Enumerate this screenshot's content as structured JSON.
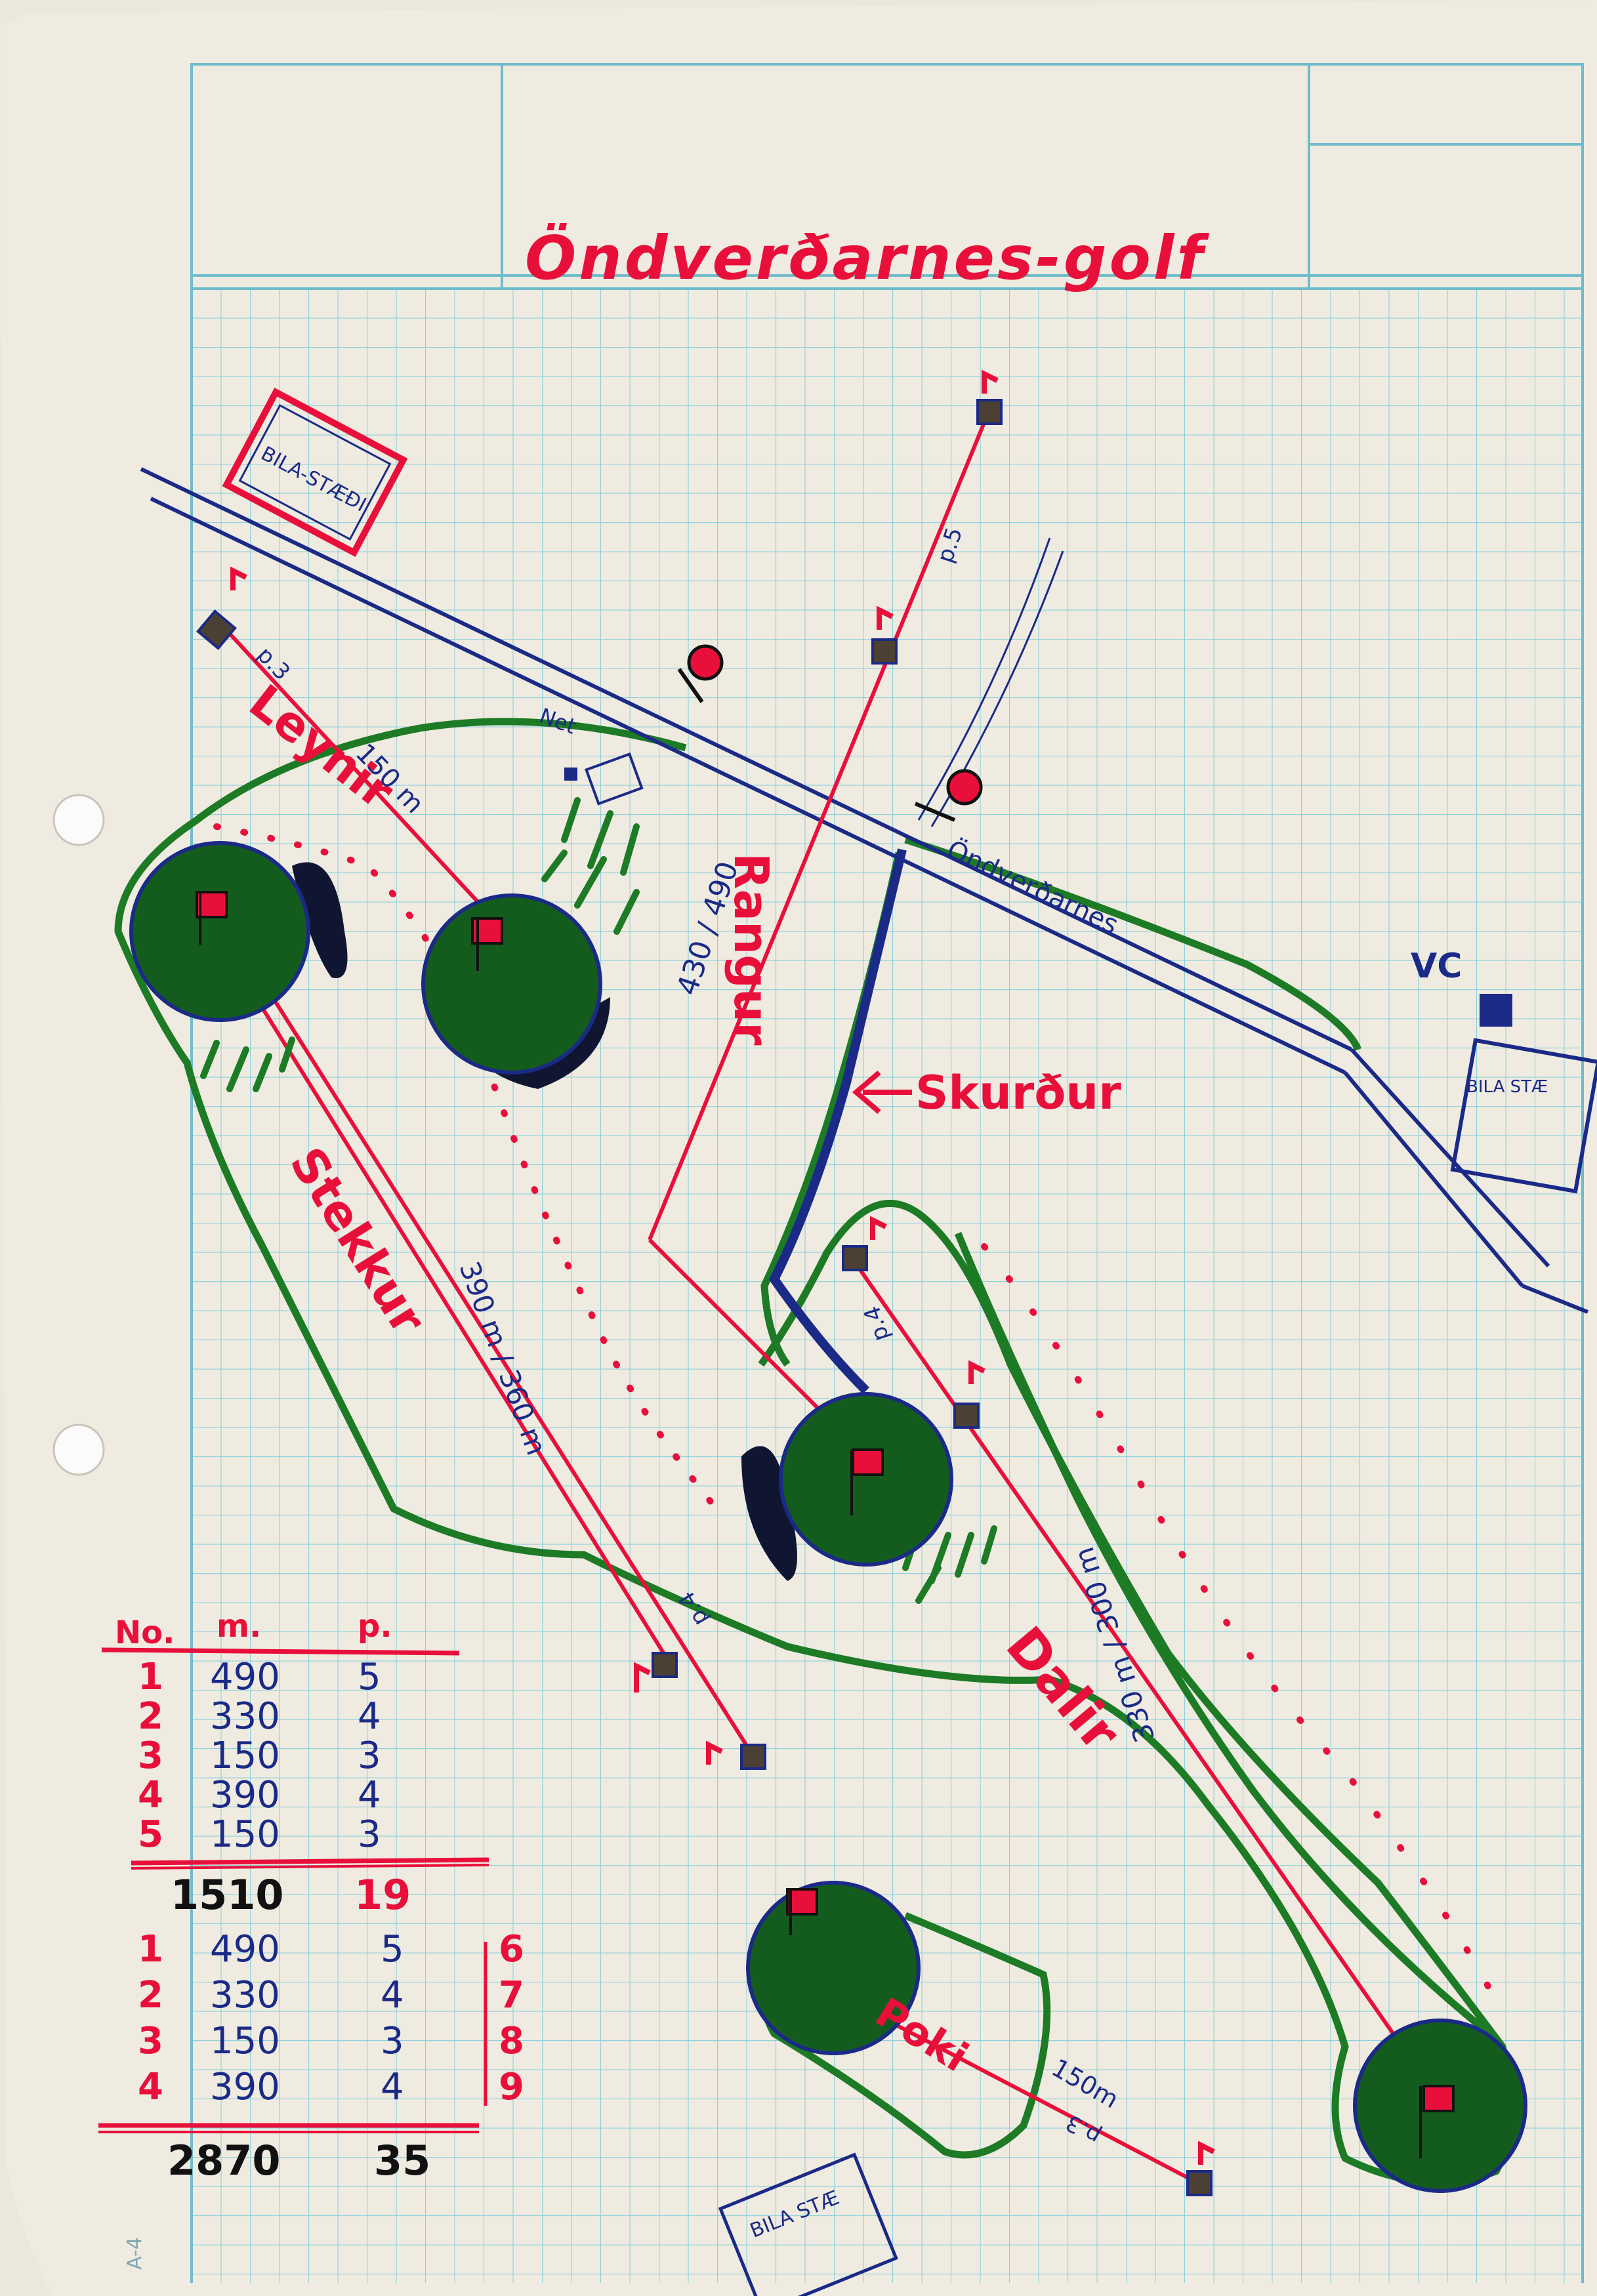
{
  "title": "Öndverðarnes-golf",
  "colors": {
    "paper": "#efebe1",
    "grid": "#7fc7d4",
    "red_ink": "#e8103a",
    "blue_ink": "#1b2a86",
    "green_ink": "#1d7a25",
    "green_fill": "#145c1e"
  },
  "holes": [
    {
      "name": "Leynir",
      "distance": "150 m",
      "par": "p.3"
    },
    {
      "name": "Rangur",
      "distance": "430 / 490",
      "par": "p.5"
    },
    {
      "name": "Stekkur",
      "distance": "390 m / 360 m",
      "par": "p.4"
    },
    {
      "name": "Dalir",
      "distance": "330 m / 300 m",
      "par": "p.4"
    },
    {
      "name": "Poki",
      "distance": "150m",
      "par": "p.3"
    }
  ],
  "labels": {
    "skurdur": "Skurður",
    "road": "Öndverðarnes",
    "net": "Net",
    "vc": "VC",
    "parking": "BILA-STÆÐI",
    "parking_small": "BILA STÆ",
    "sheet_code": "A-4"
  },
  "scorecard": {
    "header": {
      "no": "No.",
      "m": "m.",
      "p": "p."
    },
    "front": [
      {
        "no": "1",
        "m": "490",
        "p": "5"
      },
      {
        "no": "2",
        "m": "330",
        "p": "4"
      },
      {
        "no": "3",
        "m": "150",
        "p": "3"
      },
      {
        "no": "4",
        "m": "390",
        "p": "4"
      },
      {
        "no": "5",
        "m": "150",
        "p": "3"
      }
    ],
    "subtotal": {
      "m": "1510",
      "p": "19"
    },
    "back": [
      {
        "no": "1",
        "m": "490",
        "p": "5",
        "alt": "6"
      },
      {
        "no": "2",
        "m": "330",
        "p": "4",
        "alt": "7"
      },
      {
        "no": "3",
        "m": "150",
        "p": "3",
        "alt": "8"
      },
      {
        "no": "4",
        "m": "390",
        "p": "4",
        "alt": "9"
      }
    ],
    "total": {
      "m": "2870",
      "p": "35"
    }
  }
}
